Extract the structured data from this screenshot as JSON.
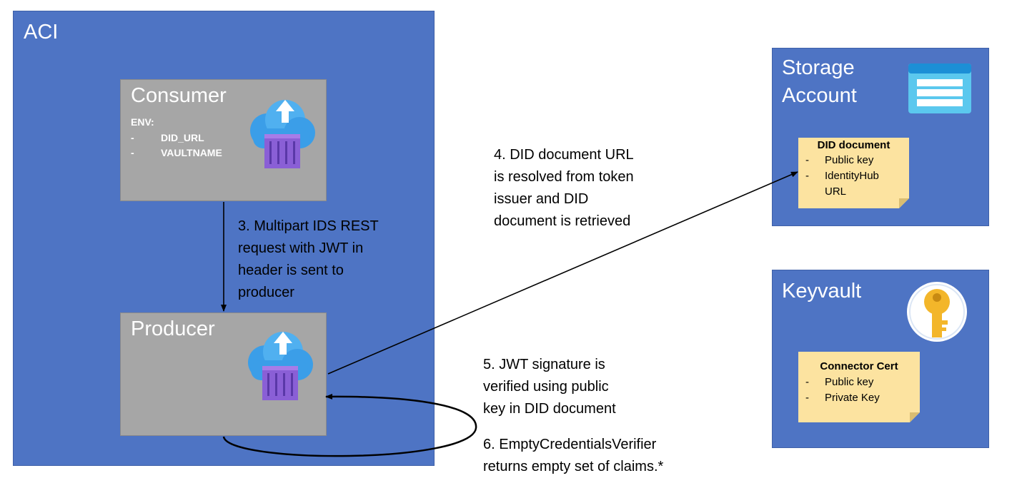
{
  "aci": {
    "title": "ACI"
  },
  "consumer": {
    "title": "Consumer",
    "env_label": "ENV:",
    "env_items": [
      {
        "dash": "-",
        "name": "DID_URL"
      },
      {
        "dash": "-",
        "name": "VAULTNAME"
      }
    ],
    "icon": "container-upload-cloud-icon"
  },
  "producer": {
    "title": "Producer",
    "icon": "container-upload-cloud-icon"
  },
  "storage": {
    "title_line1": "Storage",
    "title_line2": "Account",
    "icon": "storage-account-icon",
    "note": {
      "title": "DID document",
      "items": [
        {
          "dash": "-",
          "text": "Public key"
        },
        {
          "dash": "-",
          "text": "IdentityHub"
        },
        {
          "dash": "",
          "text": "URL"
        }
      ]
    }
  },
  "keyvault": {
    "title": "Keyvault",
    "icon": "key-icon",
    "note": {
      "title": "Connector Cert",
      "items": [
        {
          "dash": "-",
          "text": "Public key"
        },
        {
          "dash": "-",
          "text": "Private Key"
        }
      ]
    }
  },
  "steps": {
    "step3": [
      "3. Multipart IDS REST",
      "request with JWT in",
      "header is sent to",
      "producer"
    ],
    "step4": [
      "4. DID document URL",
      "is resolved from token",
      "issuer and DID",
      "document is retrieved"
    ],
    "step5": [
      "5. JWT signature is",
      "verified using public",
      "key in DID document"
    ],
    "step6": [
      "6. EmptyCredentialsVerifier",
      "returns empty set of claims.*"
    ]
  },
  "colors": {
    "panel": "#4e74c4",
    "box": "#a6a6a6",
    "note": "#fce3a0",
    "container": "#8a5fd6",
    "cloud": "#3b9ee8",
    "key": "#f3b62a"
  }
}
